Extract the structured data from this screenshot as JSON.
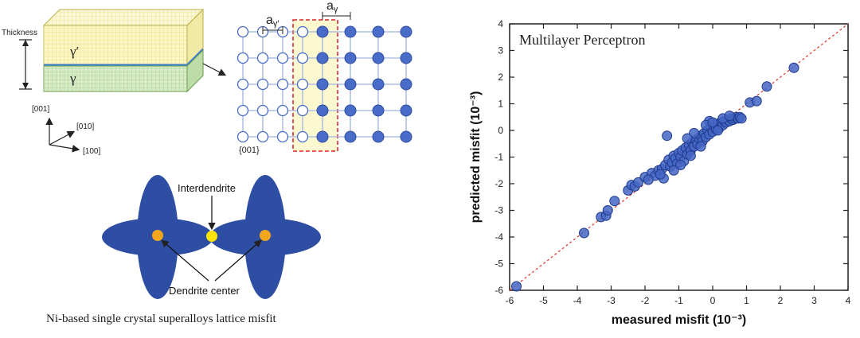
{
  "figure": {
    "caption": "Ni-based single crystal superalloys lattice misfit"
  },
  "block": {
    "thickness_label": "Thickness",
    "gamma_prime_label": "γ′",
    "gamma_label": "γ",
    "axis_001": "[001]",
    "axis_010": "[010]",
    "axis_100": "[100]"
  },
  "lattice": {
    "a_gamma_prime_label": "a",
    "a_gamma_prime_sub": "γ′",
    "a_gamma_label": "a",
    "a_gamma_sub": "γ",
    "plane_label": "{001}",
    "colors": {
      "filled": "#4a6cc9",
      "open": "#ffffff",
      "bond": "#9fb4e0",
      "interface": "#d9232a"
    }
  },
  "dendrite": {
    "interdendrite_label": "Interdendrite",
    "center_label": "Dendrite center",
    "colors": {
      "arm": "#2e4ea3",
      "center": "#f2a61c",
      "interdendrite": "#ffe400"
    }
  },
  "chart_data": {
    "type": "scatter",
    "title": "Multilayer Perceptron",
    "xlabel": "measured misfit (10⁻³)",
    "ylabel": "predicted misfit (10⁻³)",
    "xlim": [
      -6,
      4
    ],
    "ylim": [
      -6,
      4
    ],
    "xticks": [
      "-6",
      "-5",
      "-4",
      "-3",
      "-2",
      "-1",
      "0",
      "1",
      "2",
      "3",
      "4"
    ],
    "yticks": [
      "-6",
      "-5",
      "-4",
      "-3",
      "-2",
      "-1",
      "0",
      "1",
      "2",
      "3",
      "4"
    ],
    "reference_line": "y = x",
    "colors": {
      "marker": "#4466c4",
      "marker_edge": "#1f3a8a",
      "line": "#e0443e"
    },
    "points": [
      [
        -5.8,
        -5.85
      ],
      [
        -3.8,
        -3.85
      ],
      [
        -3.3,
        -3.25
      ],
      [
        -3.15,
        -3.2
      ],
      [
        -3.1,
        -3.0
      ],
      [
        -2.9,
        -2.65
      ],
      [
        -2.5,
        -2.25
      ],
      [
        -2.4,
        -2.05
      ],
      [
        -2.3,
        -2.1
      ],
      [
        -2.2,
        -1.95
      ],
      [
        -2.0,
        -1.75
      ],
      [
        -1.8,
        -1.6
      ],
      [
        -1.7,
        -1.7
      ],
      [
        -1.6,
        -1.5
      ],
      [
        -1.5,
        -1.45
      ],
      [
        -1.45,
        -1.8
      ],
      [
        -1.4,
        -1.3
      ],
      [
        -1.3,
        -1.1
      ],
      [
        -1.25,
        -1.35
      ],
      [
        -1.2,
        -1.2
      ],
      [
        -1.15,
        -0.95
      ],
      [
        -1.1,
        -1.05
      ],
      [
        -1.05,
        -1.25
      ],
      [
        -1.0,
        -0.85
      ],
      [
        -0.95,
        -1.0
      ],
      [
        -0.9,
        -0.75
      ],
      [
        -0.85,
        -1.15
      ],
      [
        -0.8,
        -0.65
      ],
      [
        -0.75,
        -0.9
      ],
      [
        -0.7,
        -0.55
      ],
      [
        -0.65,
        -0.75
      ],
      [
        -0.6,
        -0.45
      ],
      [
        -0.55,
        -0.6
      ],
      [
        -0.5,
        -0.35
      ],
      [
        -0.45,
        -0.5
      ],
      [
        -0.4,
        -0.3
      ],
      [
        -0.35,
        -0.2
      ],
      [
        -0.3,
        -0.4
      ],
      [
        -0.25,
        -0.1
      ],
      [
        -0.2,
        -0.25
      ],
      [
        -0.15,
        0.0
      ],
      [
        -0.1,
        -0.15
      ],
      [
        -0.05,
        0.1
      ],
      [
        0.0,
        -0.05
      ],
      [
        0.05,
        0.15
      ],
      [
        0.1,
        0.05
      ],
      [
        0.15,
        0.25
      ],
      [
        0.2,
        0.1
      ],
      [
        0.25,
        0.3
      ],
      [
        0.3,
        0.2
      ],
      [
        0.35,
        0.35
      ],
      [
        0.4,
        0.3
      ],
      [
        0.45,
        0.4
      ],
      [
        0.5,
        0.35
      ],
      [
        0.55,
        0.45
      ],
      [
        0.6,
        0.4
      ],
      [
        0.65,
        0.45
      ],
      [
        0.7,
        0.5
      ],
      [
        0.75,
        0.45
      ],
      [
        0.8,
        0.5
      ],
      [
        0.85,
        0.45
      ],
      [
        -0.1,
        0.35
      ],
      [
        -0.2,
        0.2
      ],
      [
        0.0,
        0.3
      ],
      [
        -1.35,
        -0.2
      ],
      [
        -0.55,
        -0.1
      ],
      [
        -0.75,
        -0.3
      ],
      [
        1.1,
        1.05
      ],
      [
        1.3,
        1.1
      ],
      [
        1.6,
        1.65
      ],
      [
        2.4,
        2.35
      ],
      [
        -1.9,
        -1.85
      ],
      [
        -0.95,
        -1.3
      ],
      [
        -1.55,
        -1.65
      ],
      [
        -0.35,
        -0.6
      ],
      [
        0.15,
        0.0
      ],
      [
        0.3,
        0.45
      ],
      [
        -0.65,
        -0.95
      ],
      [
        -1.15,
        -1.5
      ],
      [
        0.5,
        0.55
      ]
    ]
  }
}
